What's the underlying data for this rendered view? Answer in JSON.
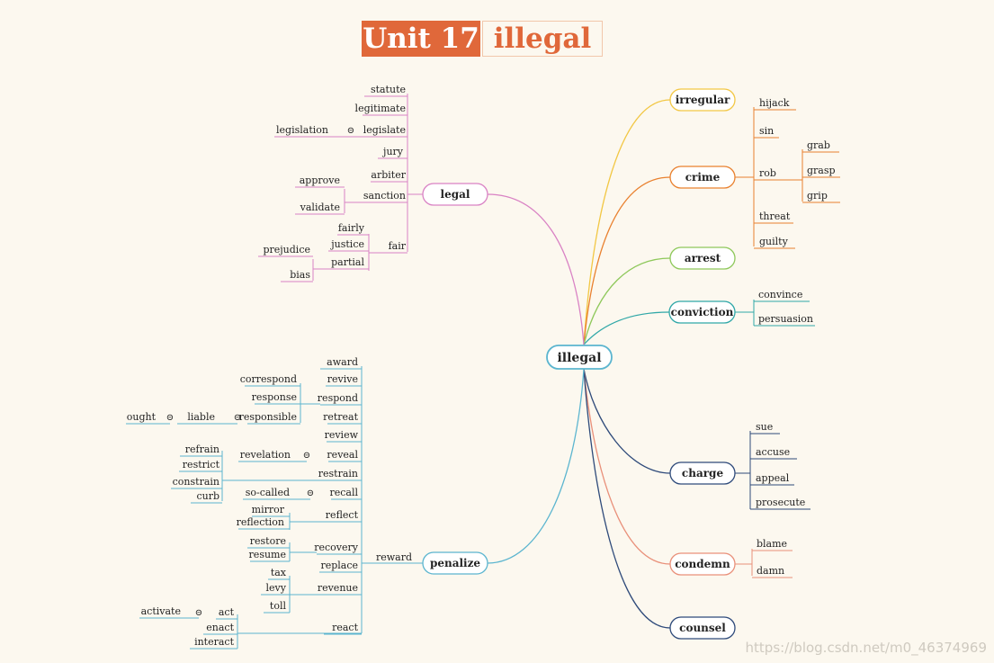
{
  "title": {
    "unit": "Unit 17",
    "word": "illegal"
  },
  "center": "illegal",
  "watermark": "https://blog.csdn.net/m0_46374969",
  "colors": {
    "irregular": "#f2c744",
    "crime": "#e9812f",
    "arrest": "#8ec85a",
    "conviction": "#2fa7a7",
    "charge": "#2e4a7a",
    "condemn": "#e9907a",
    "counsel": "#2e4a7a",
    "legal": "#d982c4",
    "penalize": "#5bb5cf"
  },
  "nodes": {
    "irregular": "irregular",
    "crime": "crime",
    "arrest": "arrest",
    "conviction": "conviction",
    "charge": "charge",
    "condemn": "condemn",
    "counsel": "counsel",
    "legal": "legal",
    "penalize": "penalize"
  },
  "crime_words": [
    "hijack",
    "sin",
    "rob",
    "threat",
    "guilty",
    "grab",
    "grasp",
    "grip"
  ],
  "conviction_words": [
    "convince",
    "persuasion"
  ],
  "charge_words": [
    "sue",
    "accuse",
    "appeal",
    "prosecute"
  ],
  "condemn_words": [
    "blame",
    "damn"
  ],
  "legal_words": [
    "statute",
    "legitimate",
    "legislate",
    "legislation",
    "jury",
    "arbiter",
    "sanction",
    "approve",
    "validate",
    "fair",
    "fairly",
    "justice",
    "partial",
    "prejudice",
    "bias"
  ],
  "penalize_words": [
    "reward",
    "award",
    "revive",
    "respond",
    "correspond",
    "response",
    "retreat",
    "responsible",
    "liable",
    "ought",
    "review",
    "reveal",
    "revelation",
    "restrain",
    "refrain",
    "restrict",
    "constrain",
    "curb",
    "recall",
    "so-called",
    "reflect",
    "mirror",
    "reflection",
    "recovery",
    "restore",
    "resume",
    "replace",
    "revenue",
    "tax",
    "levy",
    "toll",
    "react",
    "act",
    "activate",
    "enact",
    "interact"
  ],
  "link_symbol": "⊝"
}
